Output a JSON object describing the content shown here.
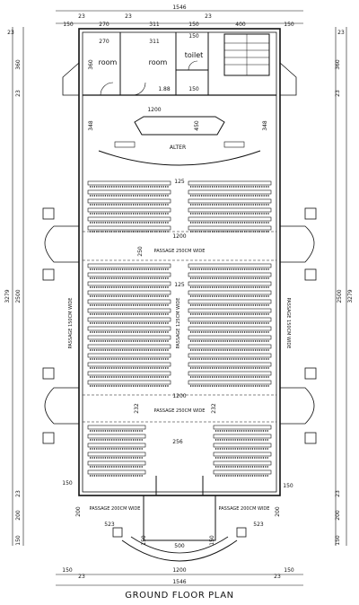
{
  "title": "GROUND FLOOR PLAN",
  "dims": {
    "top_total": "1546",
    "top_23a": "23",
    "top_23b": "23",
    "top_23c": "23",
    "top_150a": "150",
    "top_270": "270",
    "top_311": "311",
    "top_150b": "150",
    "top_400": "400",
    "top_150c": "150",
    "in_270": "270",
    "in_311": "311",
    "in_150": "150",
    "in_188": "1.88",
    "in_150b": "150",
    "left_23": "23",
    "left_360": "360",
    "left_23b": "23",
    "left_3279": "3279",
    "left_2500": "2500",
    "left_23c": "23",
    "left_200": "200",
    "left_150": "150",
    "right_23": "23",
    "right_360": "360",
    "right_23b": "23",
    "right_3279": "3279",
    "right_2500": "2500",
    "right_23c": "23",
    "right_200": "200",
    "right_150": "150",
    "in_360": "360",
    "alt_1200": "1200",
    "alt_348a": "348",
    "alt_450": "450",
    "alt_348b": "348",
    "p_125a": "125",
    "p_1200a": "1200",
    "p_250a": "250",
    "p_125b": "125",
    "p_1200b": "1200",
    "p_232a": "232",
    "p_232b": "232",
    "p_256": "256",
    "p_150r": "150",
    "p_150l": "150",
    "b_200a": "200",
    "b_200b": "200",
    "b_523a": "523",
    "b_523b": "523",
    "b_150a": "150",
    "b_150b": "150",
    "b_500": "500",
    "bot_150a": "150",
    "bot_23a": "23",
    "bot_1200": "1200",
    "bot_150b": "150",
    "bot_23b": "23",
    "bot_1546": "1546"
  },
  "rooms": {
    "room1": "room",
    "room2": "room",
    "toilet": "toilet",
    "alter": "ALTER"
  },
  "passages": {
    "mid1": "PASSAGE 250CM WIDE",
    "mid2": "PASSAGE 250CM WIDE",
    "center": "PASSAGE 125CM WIDE",
    "left": "PASSAGE 150CM WIDE",
    "right": "PASSAGE 150CM WIDE",
    "bottom_left": "PASSAGE 200CM WIDE",
    "bottom_right": "PASSAGE 200CM WIDE"
  }
}
